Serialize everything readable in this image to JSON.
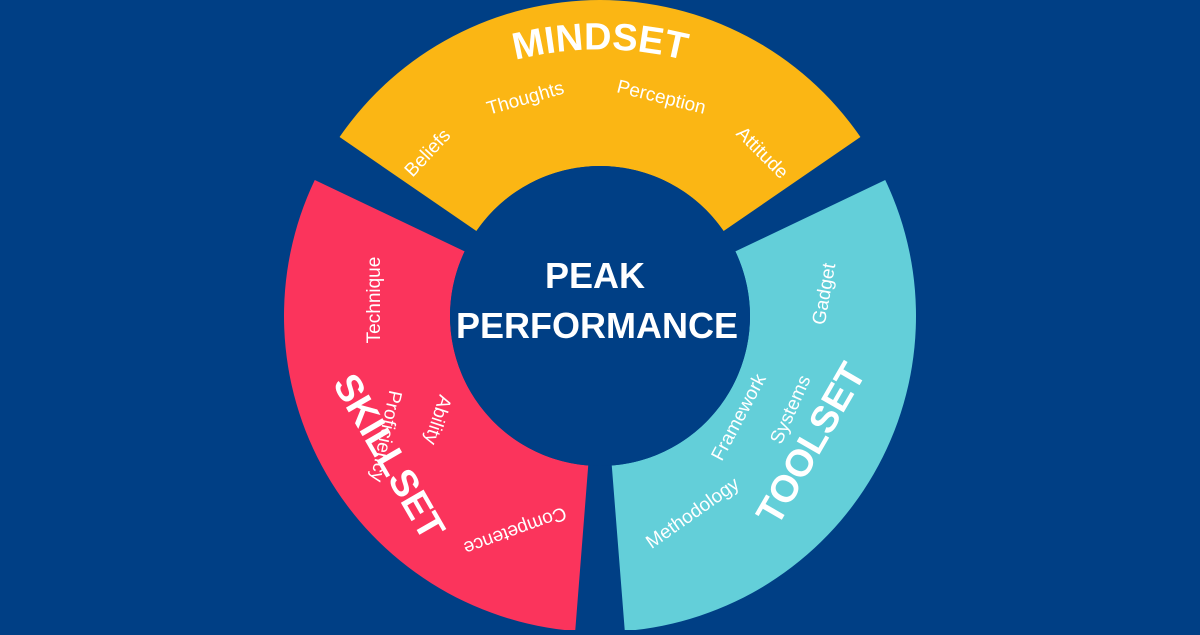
{
  "colors": {
    "background": "#003f85",
    "mindset": "#fbb614",
    "skillset": "#fb345c",
    "toolset": "#63cfd9",
    "center": "#003f85",
    "text": "#ffffff"
  },
  "center": {
    "line1": "PEAK",
    "line2": "PERFORMANCE"
  },
  "segments": {
    "mindset": {
      "title": "MINDSET",
      "words": [
        "Beliefs",
        "Thoughts",
        "Perception",
        "Attitude"
      ]
    },
    "skillset": {
      "title": "SKILLSET",
      "words": [
        "Technique",
        "Proficiency",
        "Ability",
        "Competence"
      ]
    },
    "toolset": {
      "title": "TOOLSET",
      "words": [
        "Gadget",
        "Framework",
        "Systems",
        "Methodology"
      ]
    }
  }
}
